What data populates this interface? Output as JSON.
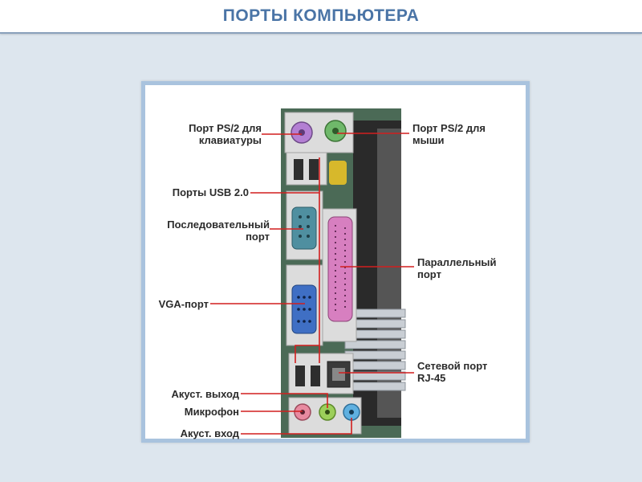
{
  "header": {
    "title": "ПОРТЫ КОМПЬЮТЕРА"
  },
  "labels": {
    "ps2_keyboard": "Порт PS/2 для\nклавиатуры",
    "ps2_mouse": "Порт PS/2 для\nмыши",
    "usb": "Порты USB 2.0",
    "serial": "Последовательный\nпорт",
    "parallel": "Параллельный\nпорт",
    "vga": "VGA-порт",
    "network": "Сетевой порт\nRJ-45",
    "audio_out": "Акуст. выход",
    "microphone": "Микрофон",
    "audio_in": "Акуст. вход"
  },
  "colors": {
    "title": "#4a74a6",
    "leader_line": "#d21f1f",
    "ps2_keyboard_port": "#b37fd3",
    "ps2_mouse_port": "#6fb86a",
    "serial_port": "#4f8fa0",
    "parallel_port": "#d77fc0",
    "vga_port": "#3f6fc4",
    "mic_jack": "#e88aa0",
    "audio_out_jack": "#9ccf5a",
    "audio_in_jack": "#5fb0e0"
  }
}
